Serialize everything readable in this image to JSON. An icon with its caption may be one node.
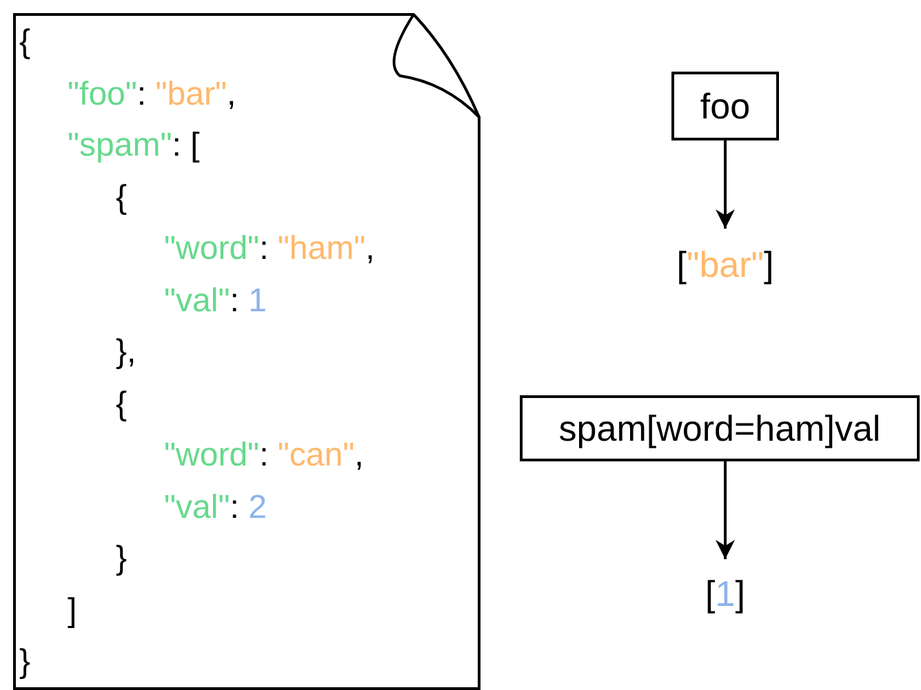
{
  "diagram": {
    "nodes": [
      {
        "text": [
          "{",
          "\"foo\": \"bar\",",
          "\"spam\": [",
          "{",
          "\"word\": \"ham\",",
          "\"val\": 1",
          "},",
          "{",
          "\"word\": \"can\",",
          "\"val\": 2",
          "}",
          "]",
          "}"
        ]
      },
      {
        "text": [
          "foo"
        ]
      },
      {
        "text": [
          "[\"bar\"]"
        ]
      },
      {
        "text": [
          "spam[word=ham]val"
        ]
      },
      {
        "text": [
          "[1]"
        ]
      }
    ],
    "edges": [
      {
        "from": 1,
        "to": 2,
        "arrow": "to"
      },
      {
        "from": 3,
        "to": 4,
        "arrow": "to"
      }
    ]
  }
}
